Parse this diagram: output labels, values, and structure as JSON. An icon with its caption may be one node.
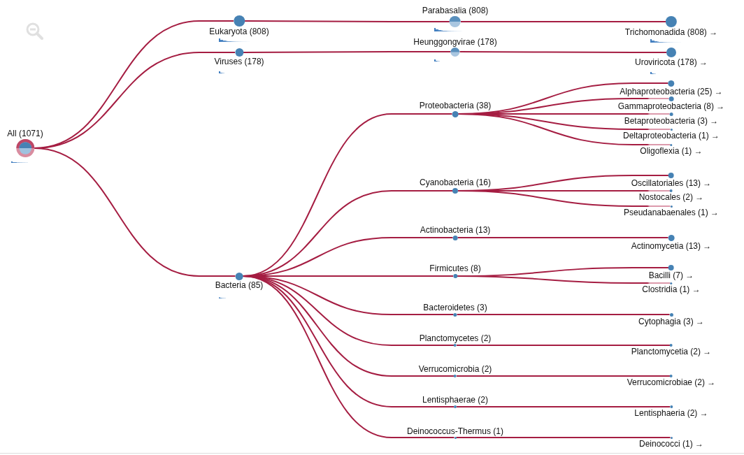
{
  "diagram": {
    "nodes": [
      {
        "text": [
          "All (1071)"
        ]
      },
      {
        "text": [
          "Eukaryota (808)"
        ]
      },
      {
        "text": [
          "Viruses (178)"
        ]
      },
      {
        "text": [
          "Bacteria (85)"
        ]
      },
      {
        "text": [
          "Parabasalia (808)"
        ]
      },
      {
        "text": [
          "Heunggongvirae (178)"
        ]
      },
      {
        "text": [
          "Proteobacteria (38)"
        ]
      },
      {
        "text": [
          "Cyanobacteria (16)"
        ]
      },
      {
        "text": [
          "Actinobacteria (13)"
        ]
      },
      {
        "text": [
          "Firmicutes (8)"
        ]
      },
      {
        "text": [
          "Bacteroidetes (3)"
        ]
      },
      {
        "text": [
          "Planctomycetes (2)"
        ]
      },
      {
        "text": [
          "Verrucomicrobia (2)"
        ]
      },
      {
        "text": [
          "Lentisphaerae (2)"
        ]
      },
      {
        "text": [
          "Deinococcus-Thermus (1)"
        ]
      },
      {
        "text": [
          "Trichomonadida (808) →"
        ]
      },
      {
        "text": [
          "Uroviricota (178) →"
        ]
      },
      {
        "text": [
          "Alphaproteobacteria (25) →"
        ]
      },
      {
        "text": [
          "Gammaproteobacteria (8) →"
        ]
      },
      {
        "text": [
          "Betaproteobacteria (3) →"
        ]
      },
      {
        "text": [
          "Deltaproteobacteria (1) →"
        ]
      },
      {
        "text": [
          "Oligoflexia (1) →"
        ]
      },
      {
        "text": [
          "Oscillatoriales (13) →"
        ]
      },
      {
        "text": [
          "Nostocales (2) →"
        ]
      },
      {
        "text": [
          "Pseudanabaenales (1) →"
        ]
      },
      {
        "text": [
          "Actinomycetia (13) →"
        ]
      },
      {
        "text": [
          "Bacilli (7) →"
        ]
      },
      {
        "text": [
          "Clostridia (1) →"
        ]
      },
      {
        "text": [
          "Cytophagia (3) →"
        ]
      },
      {
        "text": [
          "Planctomycetia (2) →"
        ]
      },
      {
        "text": [
          "Verrucomicrobiae (2) →"
        ]
      },
      {
        "text": [
          "Lentisphaeria (2) →"
        ]
      },
      {
        "text": [
          "Deinococci (1) →"
        ]
      }
    ],
    "edges": [
      {
        "from": 0,
        "to": 1,
        "arrow": "none"
      },
      {
        "from": 0,
        "to": 2,
        "arrow": "none"
      },
      {
        "from": 0,
        "to": 3,
        "arrow": "none"
      },
      {
        "from": 1,
        "to": 4,
        "arrow": "none"
      },
      {
        "from": 2,
        "to": 5,
        "arrow": "none"
      },
      {
        "from": 3,
        "to": 6,
        "arrow": "none"
      },
      {
        "from": 3,
        "to": 7,
        "arrow": "none"
      },
      {
        "from": 3,
        "to": 8,
        "arrow": "none"
      },
      {
        "from": 3,
        "to": 9,
        "arrow": "none"
      },
      {
        "from": 3,
        "to": 10,
        "arrow": "none"
      },
      {
        "from": 3,
        "to": 11,
        "arrow": "none"
      },
      {
        "from": 3,
        "to": 12,
        "arrow": "none"
      },
      {
        "from": 3,
        "to": 13,
        "arrow": "none"
      },
      {
        "from": 3,
        "to": 14,
        "arrow": "none"
      },
      {
        "from": 4,
        "to": 15,
        "arrow": "none"
      },
      {
        "from": 5,
        "to": 16,
        "arrow": "none"
      },
      {
        "from": 6,
        "to": 17,
        "arrow": "none"
      },
      {
        "from": 6,
        "to": 18,
        "arrow": "none"
      },
      {
        "from": 6,
        "to": 19,
        "arrow": "none"
      },
      {
        "from": 6,
        "to": 20,
        "arrow": "none"
      },
      {
        "from": 6,
        "to": 21,
        "arrow": "none"
      },
      {
        "from": 7,
        "to": 22,
        "arrow": "none"
      },
      {
        "from": 7,
        "to": 23,
        "arrow": "none"
      },
      {
        "from": 7,
        "to": 24,
        "arrow": "none"
      },
      {
        "from": 8,
        "to": 25,
        "arrow": "none"
      },
      {
        "from": 9,
        "to": 26,
        "arrow": "none"
      },
      {
        "from": 9,
        "to": 27,
        "arrow": "none"
      },
      {
        "from": 10,
        "to": 28,
        "arrow": "none"
      },
      {
        "from": 11,
        "to": 29,
        "arrow": "none"
      },
      {
        "from": 12,
        "to": 30,
        "arrow": "none"
      },
      {
        "from": 13,
        "to": 31,
        "arrow": "none"
      },
      {
        "from": 14,
        "to": 32,
        "arrow": "none"
      }
    ]
  }
}
